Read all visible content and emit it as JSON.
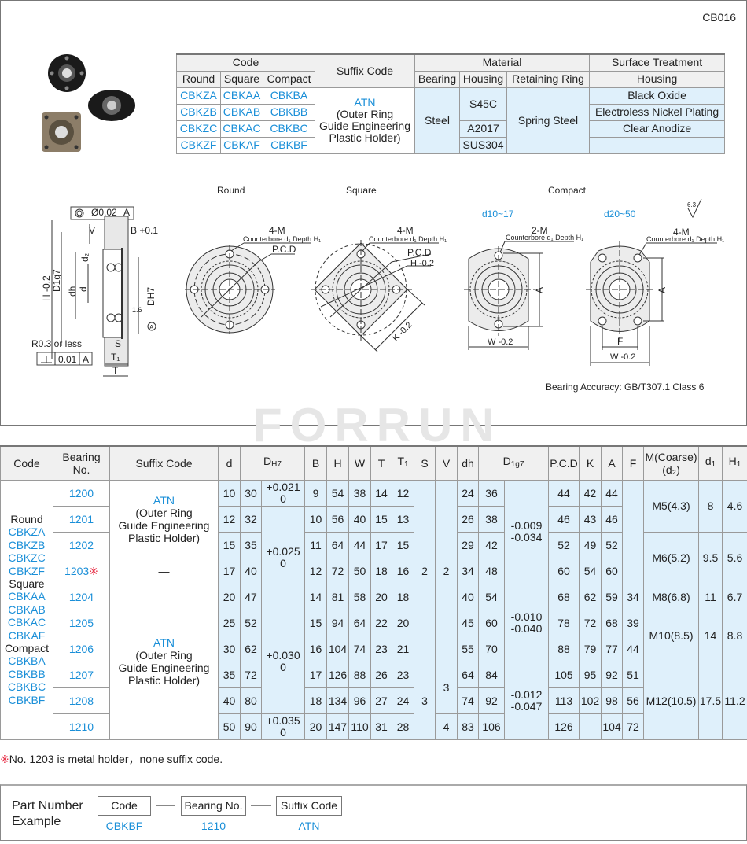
{
  "catalog_code": "CB016",
  "material_table": {
    "header_code": "Code",
    "header_suffix": "Suffix Code",
    "header_material": "Material",
    "header_surface": "Surface Treatment",
    "sub_round": "Round",
    "sub_square": "Square",
    "sub_compact": "Compact",
    "sub_bearing": "Bearing",
    "sub_housing": "Housing",
    "sub_retaining": "Retaining Ring",
    "sub_surface_housing": "Housing",
    "rows": [
      {
        "round": "CBKZA",
        "square": "CBKAA",
        "compact": "CBKBA",
        "surface": "Black Oxide"
      },
      {
        "round": "CBKZB",
        "square": "CBKAB",
        "compact": "CBKBB",
        "surface": "Electroless Nickel Plating"
      },
      {
        "round": "CBKZC",
        "square": "CBKAC",
        "compact": "CBKBC",
        "surface": "Clear Anodize"
      },
      {
        "round": "CBKZF",
        "square": "CBKAF",
        "compact": "CBKBF",
        "surface": "—"
      }
    ],
    "suffix_code": "ATN",
    "suffix_desc_1": "(Outer Ring",
    "suffix_desc_2": "Guide Engineering",
    "suffix_desc_3": "Plastic Holder)",
    "bearing_material": "Steel",
    "housing_1": "S45C",
    "housing_2": "A2017",
    "housing_3": "SUS304",
    "retaining_ring": "Spring Steel"
  },
  "drawings": {
    "round_title": "Round",
    "square_title": "Square",
    "compact_title": "Compact",
    "compact_small_range": "d10~17",
    "compact_large_range": "d20~50",
    "roughness": "6.3",
    "four_m": "4-M",
    "two_m": "2-M",
    "counterbore": "Counterbore d₁ Depth H₁",
    "pcd": "P.C.D",
    "h_tol": "H -0.2",
    "k_tol": "K -0.2",
    "w_tol": "W -0.2",
    "a_label": "A",
    "f_label": "F",
    "side": {
      "concentricity": "Ø0.02",
      "datum": "A",
      "perpendicularity": "0.01",
      "v": "V",
      "b": "B +0.1",
      "d2": "d₂",
      "h": "H -0.2",
      "d1g7": "D1g7",
      "dh": "dh",
      "d": "d",
      "dh7": "DH7",
      "roughness": "1.6",
      "radius": "R0.3 or less",
      "s": "S",
      "t1": "T₁",
      "t": "T"
    },
    "bearing_accuracy": "Bearing Accuracy: GB/T307.1 Class 6"
  },
  "watermark": "FORRUN",
  "spec_table": {
    "headers": {
      "code": "Code",
      "bearing_no_1": "Bearing",
      "bearing_no_2": "No.",
      "suffix": "Suffix Code",
      "d": "d",
      "D": "D",
      "D_sub": "H7",
      "B": "B",
      "H": "H",
      "W": "W",
      "T": "T",
      "T1": "T",
      "T1_sub": "1",
      "S": "S",
      "V": "V",
      "dh": "dh",
      "D1": "D",
      "D1_sub": "1g7",
      "pcd": "P.C.D",
      "K": "K",
      "A": "A",
      "F": "F",
      "M_1": "M(Coarse)",
      "M_2": "(d₂)",
      "d1": "d",
      "d1_sub": "1",
      "H1": "H",
      "H1_sub": "1"
    },
    "code_lines": [
      {
        "text": "Round",
        "blue": false
      },
      {
        "text": "CBKZA",
        "blue": true
      },
      {
        "text": "CBKZB",
        "blue": true
      },
      {
        "text": "CBKZC",
        "blue": true
      },
      {
        "text": "CBKZF",
        "blue": true
      },
      {
        "text": "Square",
        "blue": false
      },
      {
        "text": "CBKAA",
        "blue": true
      },
      {
        "text": "CBKAB",
        "blue": true
      },
      {
        "text": "CBKAC",
        "blue": true
      },
      {
        "text": "CBKAF",
        "blue": true
      },
      {
        "text": "Compact",
        "blue": false
      },
      {
        "text": "CBKBA",
        "blue": true
      },
      {
        "text": "CBKBB",
        "blue": true
      },
      {
        "text": "CBKBC",
        "blue": true
      },
      {
        "text": "CBKBF",
        "blue": true
      }
    ],
    "rows": [
      {
        "no": "1200",
        "mark": "",
        "d": "10",
        "D": "30",
        "B": "9",
        "H": "54",
        "W": "38",
        "T": "14",
        "T1": "12",
        "dh": "24",
        "D1": "36",
        "pcd": "44",
        "K": "42",
        "A": "44"
      },
      {
        "no": "1201",
        "mark": "",
        "d": "12",
        "D": "32",
        "B": "10",
        "H": "56",
        "W": "40",
        "T": "15",
        "T1": "13",
        "dh": "26",
        "D1": "38",
        "pcd": "46",
        "K": "43",
        "A": "46"
      },
      {
        "no": "1202",
        "mark": "",
        "d": "15",
        "D": "35",
        "B": "11",
        "H": "64",
        "W": "44",
        "T": "17",
        "T1": "15",
        "dh": "29",
        "D1": "42",
        "pcd": "52",
        "K": "49",
        "A": "52"
      },
      {
        "no": "1203",
        "mark": "※",
        "d": "17",
        "D": "40",
        "B": "12",
        "H": "72",
        "W": "50",
        "T": "18",
        "T1": "16",
        "dh": "34",
        "D1": "48",
        "pcd": "60",
        "K": "54",
        "A": "60"
      },
      {
        "no": "1204",
        "mark": "",
        "d": "20",
        "D": "47",
        "B": "14",
        "H": "81",
        "W": "58",
        "T": "20",
        "T1": "18",
        "dh": "40",
        "D1": "54",
        "pcd": "68",
        "K": "62",
        "A": "59"
      },
      {
        "no": "1205",
        "mark": "",
        "d": "25",
        "D": "52",
        "B": "15",
        "H": "94",
        "W": "64",
        "T": "22",
        "T1": "20",
        "dh": "45",
        "D1": "60",
        "pcd": "78",
        "K": "72",
        "A": "68"
      },
      {
        "no": "1206",
        "mark": "",
        "d": "30",
        "D": "62",
        "B": "16",
        "H": "104",
        "W": "74",
        "T": "23",
        "T1": "21",
        "dh": "55",
        "D1": "70",
        "pcd": "88",
        "K": "79",
        "A": "77"
      },
      {
        "no": "1207",
        "mark": "",
        "d": "35",
        "D": "72",
        "B": "17",
        "H": "126",
        "W": "88",
        "T": "26",
        "T1": "23",
        "dh": "64",
        "D1": "84",
        "pcd": "105",
        "K": "95",
        "A": "92"
      },
      {
        "no": "1208",
        "mark": "",
        "d": "40",
        "D": "80",
        "B": "18",
        "H": "134",
        "W": "96",
        "T": "27",
        "T1": "24",
        "dh": "74",
        "D1": "92",
        "pcd": "113",
        "K": "102",
        "A": "98"
      },
      {
        "no": "1210",
        "mark": "",
        "d": "50",
        "D": "90",
        "B": "20",
        "H": "147",
        "W": "110",
        "T": "31",
        "T1": "28",
        "dh": "83",
        "D1": "106",
        "pcd": "126",
        "K": "—",
        "A": "104"
      }
    ],
    "suffix_groups": [
      {
        "rows": 3,
        "code": "ATN",
        "l1": "(Outer Ring",
        "l2": "Guide Engineering",
        "l3": "Plastic Holder)"
      },
      {
        "rows": 1,
        "code": "",
        "l1": "—",
        "l2": "",
        "l3": ""
      },
      {
        "rows": 6,
        "code": "ATN",
        "l1": "(Outer Ring",
        "l2": "Guide Engineering",
        "l3": "Plastic Holder)"
      }
    ],
    "D_tol_groups": [
      {
        "rows": 1,
        "upper": "+0.021",
        "lower": "0"
      },
      {
        "rows": 4,
        "upper": "+0.025",
        "lower": "0"
      },
      {
        "rows": 4,
        "upper": "+0.030",
        "lower": "0"
      },
      {
        "rows": 1,
        "upper": "+0.035",
        "lower": "0"
      }
    ],
    "S_groups": [
      {
        "rows": 7,
        "v": "2"
      },
      {
        "rows": 3,
        "v": "3"
      }
    ],
    "V_groups": [
      {
        "rows": 7,
        "v": "2"
      },
      {
        "rows": 2,
        "v": "3"
      },
      {
        "rows": 1,
        "v": "4"
      }
    ],
    "D1_tol_groups": [
      {
        "rows": 4,
        "upper": "-0.009",
        "lower": "-0.034"
      },
      {
        "rows": 3,
        "upper": "-0.010",
        "lower": "-0.040"
      },
      {
        "rows": 3,
        "upper": "-0.012",
        "lower": "-0.047"
      }
    ],
    "F_groups": [
      {
        "rows": 4,
        "v": "—"
      },
      {
        "rows": 1,
        "v": "34"
      },
      {
        "rows": 1,
        "v": "39"
      },
      {
        "rows": 1,
        "v": "44"
      },
      {
        "rows": 1,
        "v": "51"
      },
      {
        "rows": 1,
        "v": "56"
      },
      {
        "rows": 1,
        "v": "72"
      }
    ],
    "M_groups": [
      {
        "rows": 2,
        "m": "M5(4.3)",
        "d1": "8",
        "H1": "4.6"
      },
      {
        "rows": 2,
        "m": "M6(5.2)",
        "d1": "9.5",
        "H1": "5.6"
      },
      {
        "rows": 1,
        "m": "M8(6.8)",
        "d1": "11",
        "H1": "6.7"
      },
      {
        "rows": 2,
        "m": "M10(8.5)",
        "d1": "14",
        "H1": "8.8"
      },
      {
        "rows": 3,
        "m": "M12(10.5)",
        "d1": "17.5",
        "H1": "11.2"
      }
    ]
  },
  "footnote": {
    "mark": "※",
    "text": "No. 1203 is metal holder，none suffix code."
  },
  "part_number_example": {
    "title_1": "Part Number",
    "title_2": "Example",
    "box_code": "Code",
    "box_bearing": "Bearing No.",
    "box_suffix": "Suffix Code",
    "val_code": "CBKBF",
    "val_bearing": "1210",
    "val_suffix": "ATN"
  },
  "colors": {
    "accent_blue": "#1a8fd8",
    "cell_blue": "#dff0fb",
    "header_gray": "#f0f0f0",
    "mark_red": "#e8334a"
  }
}
